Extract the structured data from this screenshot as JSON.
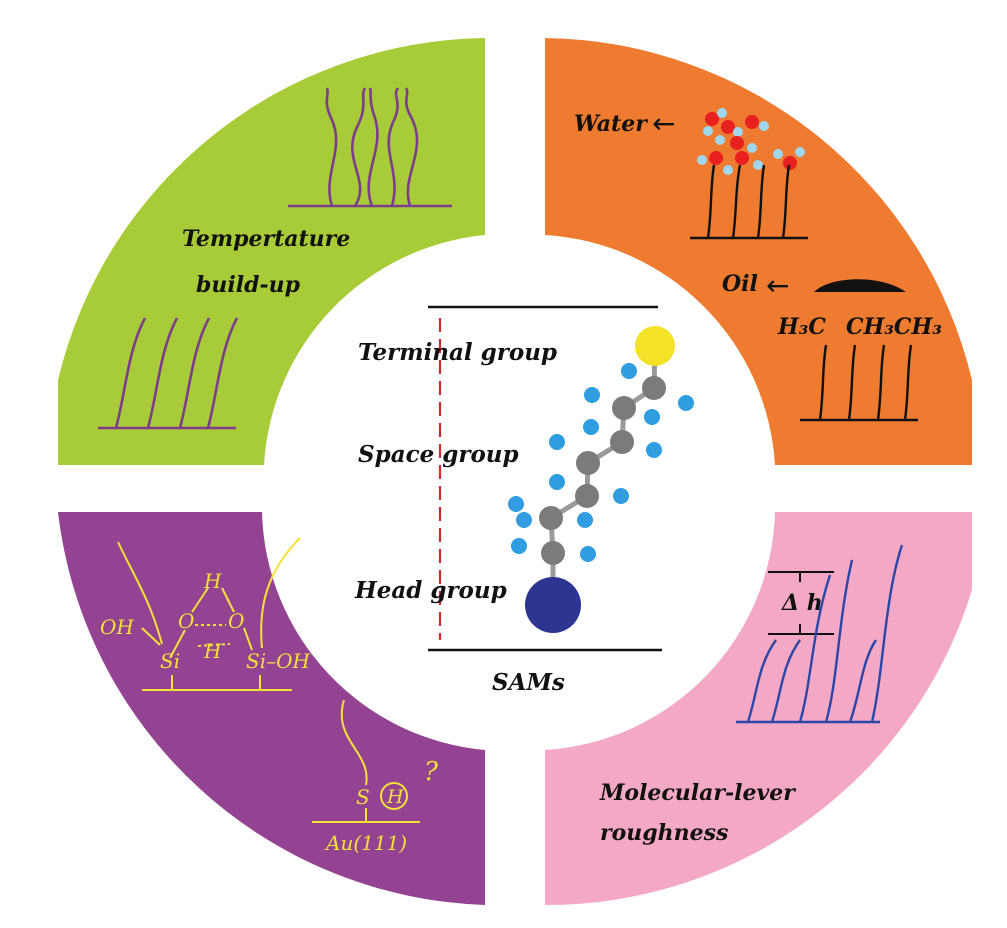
{
  "colors": {
    "top_left": "#a8cc38",
    "top_right": "#ef7b30",
    "bottom_left": "#934392",
    "bottom_right": "#f3a9c6",
    "purple_line": "#7d3d8c",
    "yellow_line": "#f2e23a",
    "blue_line": "#2c46a8",
    "red_dashed": "#d22b2b",
    "atom_carbon": "#7b7b7b",
    "atom_hydrogen": "#2f9ddf",
    "atom_terminal": "#f4e228",
    "atom_head": "#2c3592",
    "water_oxygen": "#e82020",
    "water_hydrogen": "#9fd7ee"
  },
  "top_left": {
    "line1": "Tempertature",
    "line2": "build-up"
  },
  "top_right": {
    "water_label": "Water",
    "oil_label": "Oil",
    "arrow": "←",
    "methyl_1": "H₃C",
    "methyl_2": "CH₃CH₃"
  },
  "center": {
    "terminal_label": "Terminal group",
    "space_label": "Space group",
    "head_label": "Head group",
    "sams_label": "SAMs"
  },
  "bottom_left": {
    "oh_left": "OH",
    "si_left": "Si",
    "si_right_oh": "Si–OH",
    "o_left": "O",
    "o_right": "O",
    "h_top": "H",
    "h_bottom": "H",
    "s_label": "S",
    "h_circled": "H",
    "question": "?",
    "substrate": "Au(111)"
  },
  "bottom_right": {
    "delta_h": "Δ h",
    "line1": "Molecular-lever",
    "line2": "roughness"
  }
}
